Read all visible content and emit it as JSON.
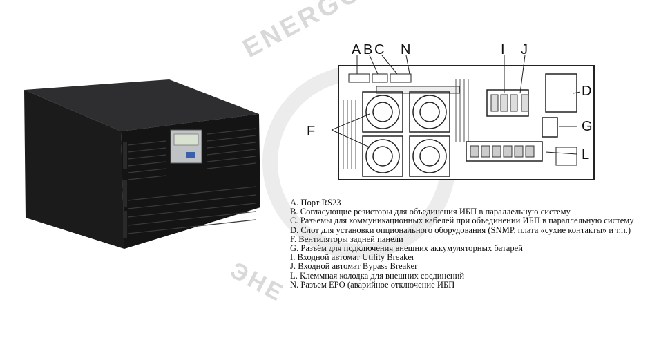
{
  "watermark": {
    "top": "ENERGO",
    "bottom": "ЭНЕ"
  },
  "callouts": [
    "A",
    "B",
    "C",
    "N",
    "I",
    "J",
    "D",
    "F",
    "G",
    "L"
  ],
  "legend": [
    "A. Порт RS23",
    "B. Согласующие резисторы для объединения ИБП в параллельную систему",
    "C. Разъемы для коммуникационных кабелей при объединении ИБП в параллельную систему",
    "D. Слот для установки опционального оборудования (SNMP, плата «сухие контакты» и т.п.)",
    "F. Вентиляторы задней панели",
    "G. Разъём для подключения внешних аккумуляторных батарей",
    "I. Входной автомат Utility Breaker",
    "J. Входной автомат Bypass Breaker",
    "L. Клеммная колодка для внешних соединений",
    "N. Разъем EPO (аварийное отключение ИБП"
  ]
}
